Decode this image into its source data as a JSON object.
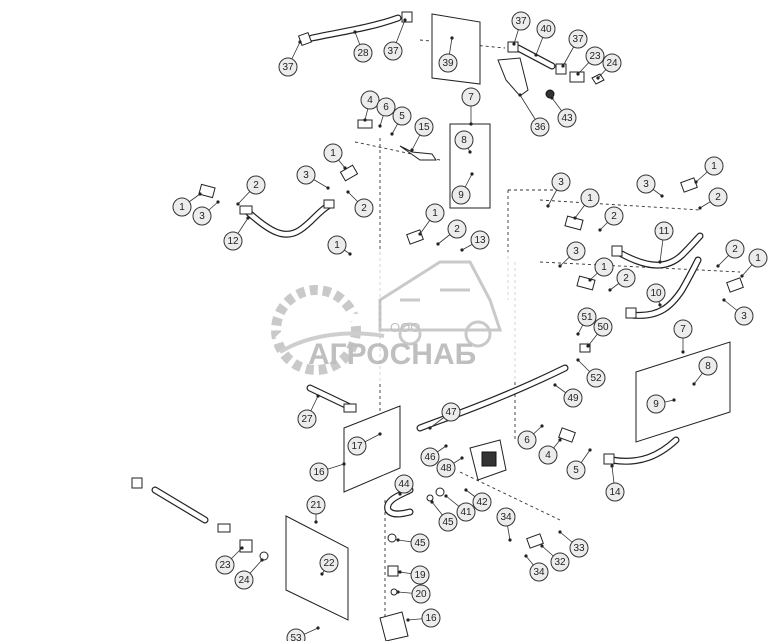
{
  "watermark": {
    "prefix": "ООО",
    "brand": "АГРОСНАБ"
  },
  "callouts": [
    {
      "id": "c37a",
      "label": "37"
    },
    {
      "id": "c28",
      "label": "28"
    },
    {
      "id": "c37b",
      "label": "37"
    },
    {
      "id": "c39",
      "label": "39"
    },
    {
      "id": "c37c",
      "label": "37"
    },
    {
      "id": "c40",
      "label": "40"
    },
    {
      "id": "c37d",
      "label": "37"
    },
    {
      "id": "c23a",
      "label": "23"
    },
    {
      "id": "c24a",
      "label": "24"
    },
    {
      "id": "c36",
      "label": "36"
    },
    {
      "id": "c43",
      "label": "43"
    },
    {
      "id": "c4a",
      "label": "4"
    },
    {
      "id": "c6a",
      "label": "6"
    },
    {
      "id": "c5a",
      "label": "5"
    },
    {
      "id": "c15",
      "label": "15"
    },
    {
      "id": "c7a",
      "label": "7"
    },
    {
      "id": "c8a",
      "label": "8"
    },
    {
      "id": "c9a",
      "label": "9"
    },
    {
      "id": "c1a",
      "label": "1"
    },
    {
      "id": "c3a",
      "label": "3"
    },
    {
      "id": "c2a",
      "label": "2"
    },
    {
      "id": "c2b",
      "label": "2"
    },
    {
      "id": "c1b",
      "label": "1"
    },
    {
      "id": "c3b",
      "label": "3"
    },
    {
      "id": "c12",
      "label": "12"
    },
    {
      "id": "c1c",
      "label": "1"
    },
    {
      "id": "c2c",
      "label": "2"
    },
    {
      "id": "c13",
      "label": "13"
    },
    {
      "id": "c1d",
      "label": "1"
    },
    {
      "id": "c3c",
      "label": "3"
    },
    {
      "id": "c1e",
      "label": "1"
    },
    {
      "id": "c2d",
      "label": "2"
    },
    {
      "id": "c1f",
      "label": "1"
    },
    {
      "id": "c3d",
      "label": "3"
    },
    {
      "id": "c2e",
      "label": "2"
    },
    {
      "id": "c11",
      "label": "11"
    },
    {
      "id": "c3e",
      "label": "3"
    },
    {
      "id": "c1g",
      "label": "1"
    },
    {
      "id": "c2f",
      "label": "2"
    },
    {
      "id": "c2g",
      "label": "2"
    },
    {
      "id": "c1h",
      "label": "1"
    },
    {
      "id": "c10",
      "label": "10"
    },
    {
      "id": "c3f",
      "label": "3"
    },
    {
      "id": "c51",
      "label": "51"
    },
    {
      "id": "c50",
      "label": "50"
    },
    {
      "id": "c52",
      "label": "52"
    },
    {
      "id": "c7b",
      "label": "7"
    },
    {
      "id": "c8b",
      "label": "8"
    },
    {
      "id": "c9b",
      "label": "9"
    },
    {
      "id": "c49",
      "label": "49"
    },
    {
      "id": "c27",
      "label": "27"
    },
    {
      "id": "c47",
      "label": "47"
    },
    {
      "id": "c6b",
      "label": "6"
    },
    {
      "id": "c4b",
      "label": "4"
    },
    {
      "id": "c5b",
      "label": "5"
    },
    {
      "id": "c46",
      "label": "46"
    },
    {
      "id": "c48",
      "label": "48"
    },
    {
      "id": "c17",
      "label": "17"
    },
    {
      "id": "c16a",
      "label": "16"
    },
    {
      "id": "c14",
      "label": "14"
    },
    {
      "id": "c44",
      "label": "44"
    },
    {
      "id": "c42",
      "label": "42"
    },
    {
      "id": "c41",
      "label": "41"
    },
    {
      "id": "c45a",
      "label": "45"
    },
    {
      "id": "c21",
      "label": "21"
    },
    {
      "id": "c34a",
      "label": "34"
    },
    {
      "id": "c33",
      "label": "33"
    },
    {
      "id": "c32",
      "label": "32"
    },
    {
      "id": "c34b",
      "label": "34"
    },
    {
      "id": "c45b",
      "label": "45"
    },
    {
      "id": "c22",
      "label": "22"
    },
    {
      "id": "c23b",
      "label": "23"
    },
    {
      "id": "c24b",
      "label": "24"
    },
    {
      "id": "c19",
      "label": "19"
    },
    {
      "id": "c20",
      "label": "20"
    },
    {
      "id": "c16b",
      "label": "16"
    },
    {
      "id": "c53",
      "label": "53"
    }
  ]
}
